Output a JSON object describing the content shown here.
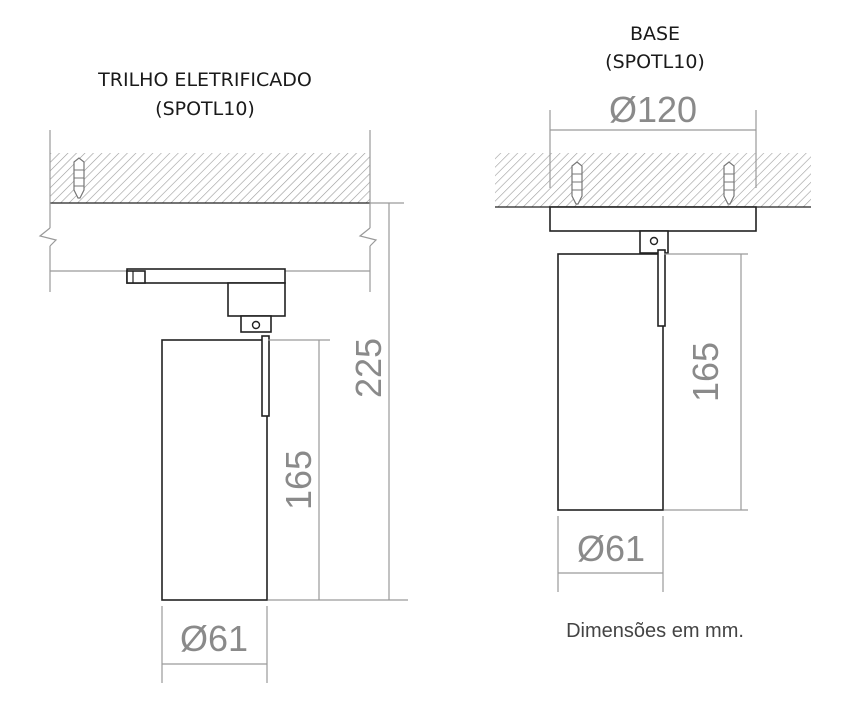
{
  "left": {
    "title_line1": "TRILHO ELETRIFICADO",
    "title_line2": "(SPOTL10)",
    "dim_height_total": "225",
    "dim_height_body": "165",
    "dim_diameter": "Ø61"
  },
  "right": {
    "title_line1": "BASE",
    "title_line2": "(SPOTL10)",
    "dim_base_diameter": "Ø120",
    "dim_height_body": "165",
    "dim_diameter": "Ø61"
  },
  "note": "Dimensões em mm."
}
